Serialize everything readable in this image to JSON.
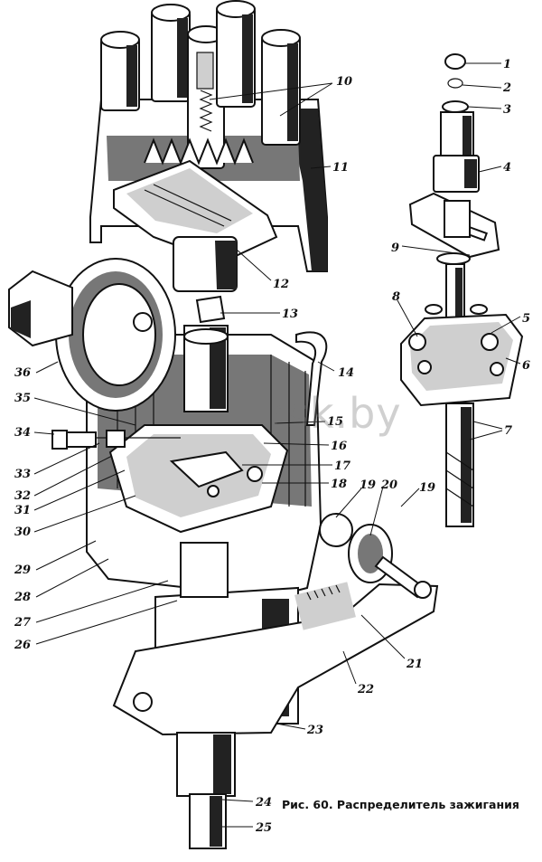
{
  "figure": {
    "caption": "Рис. 60. Распределитель зажигания",
    "watermark": "rsk.by",
    "callouts": [
      "1",
      "2",
      "3",
      "4",
      "5",
      "6",
      "7",
      "8",
      "9",
      "10",
      "11",
      "12",
      "13",
      "14",
      "15",
      "16",
      "17",
      "18",
      "19",
      "19",
      "20",
      "21",
      "22",
      "23",
      "24",
      "25",
      "26",
      "27",
      "28",
      "29",
      "30",
      "31",
      "32",
      "33",
      "34",
      "35",
      "36"
    ]
  }
}
